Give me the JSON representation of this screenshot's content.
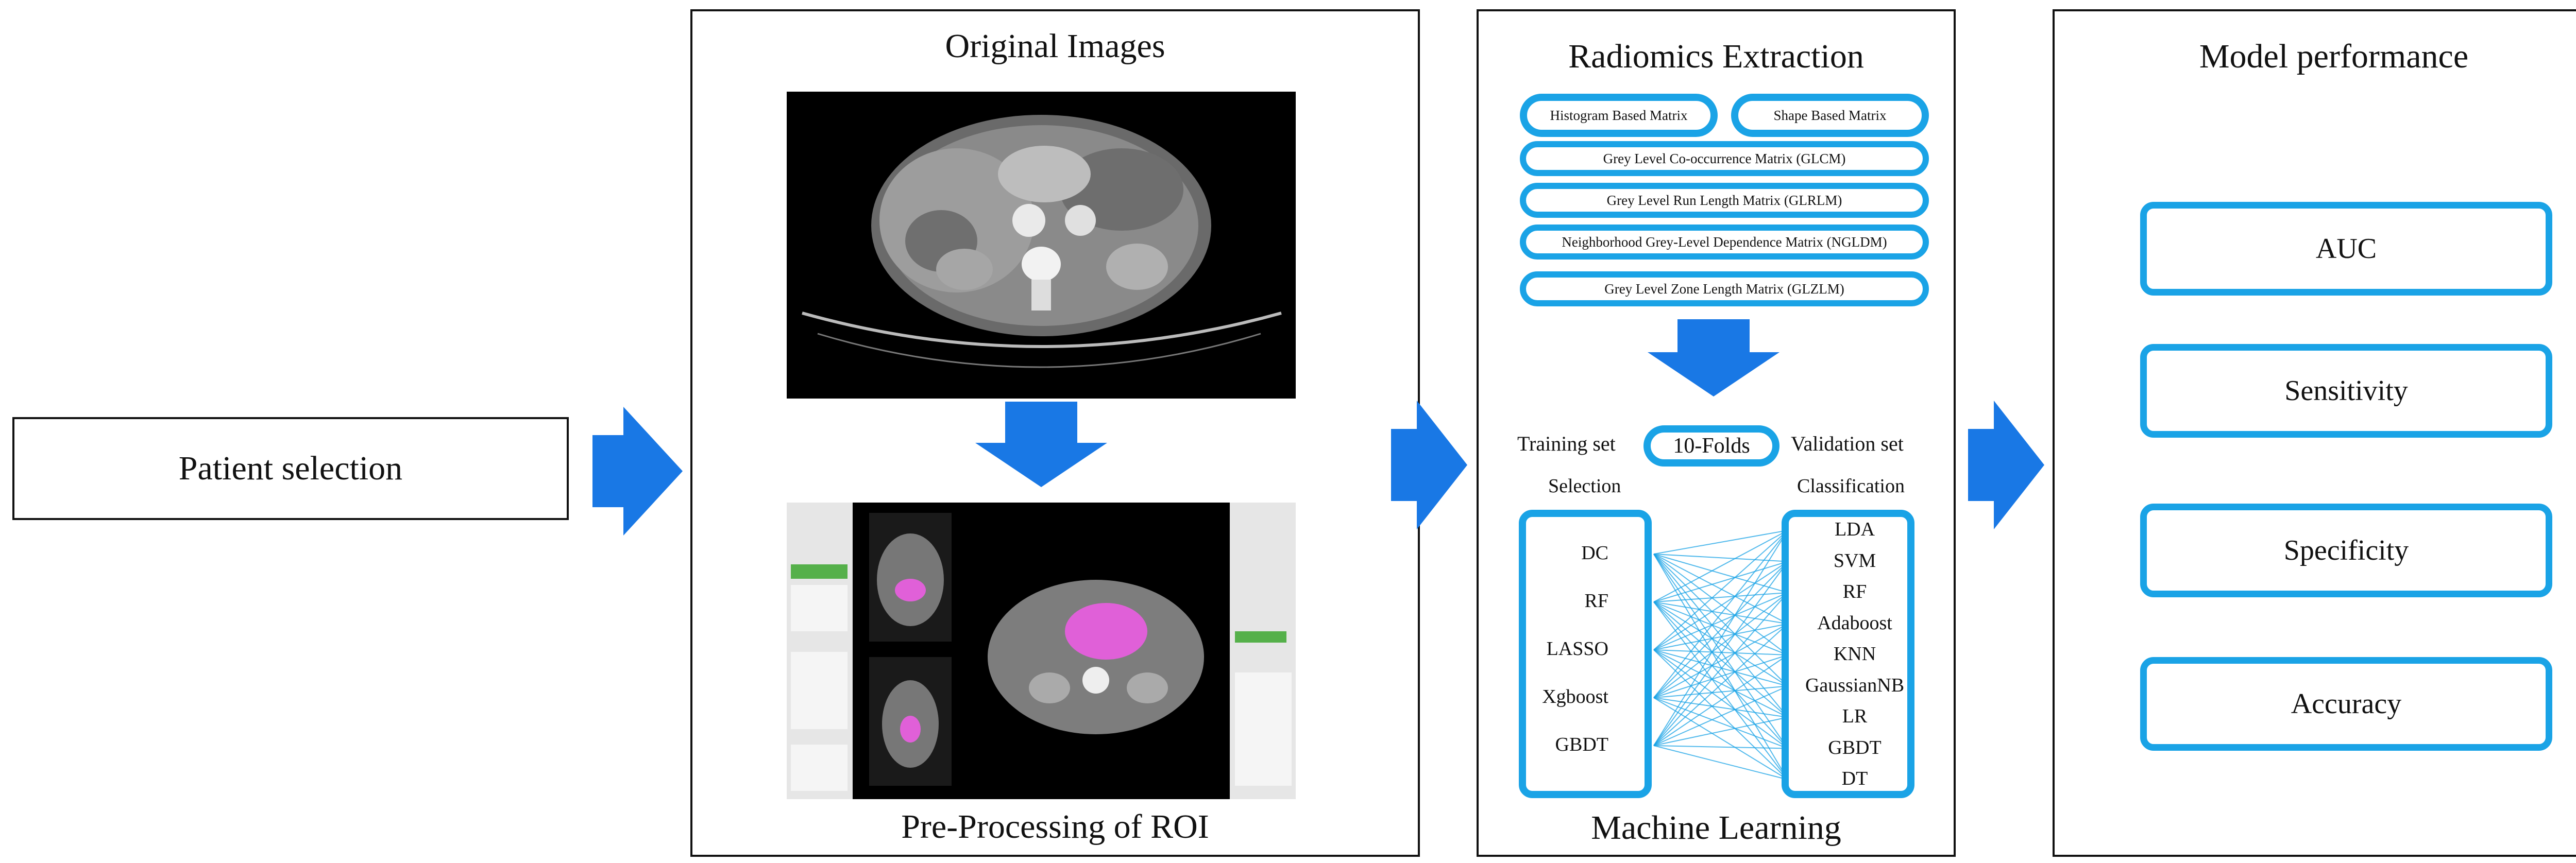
{
  "colors": {
    "accent": "#1aa3e6",
    "arrow": "#1978e5",
    "ct_pink": "#e060d8"
  },
  "stage1": {
    "label": "Patient selection"
  },
  "stage2": {
    "title": "Original Images",
    "bottom_title": "Pre-Processing of ROI"
  },
  "stage3": {
    "title": "Radiomics Extraction",
    "pill_histogram": "Histogram Based Matrix",
    "pill_shape": "Shape Based Matrix",
    "pill_glcm": "Grey Level Co-occurrence Matrix (GLCM)",
    "pill_glrlm": "Grey Level Run Length Matrix (GLRLM)",
    "pill_ngldm": "Neighborhood Grey-Level Dependence Matrix (NGLDM)",
    "pill_glzlm": "Grey Level Zone Length Matrix (GLZLM)",
    "training_label": "Training set",
    "folds_label": "10-Folds",
    "validation_label": "Validation set",
    "selection_header": "Selection",
    "classification_header": "Classification",
    "selection_methods": [
      "DC",
      "RF",
      "LASSO",
      "Xgboost",
      "GBDT"
    ],
    "classifiers": [
      "LDA",
      "SVM",
      "RF",
      "Adaboost",
      "KNN",
      "GaussianNB",
      "LR",
      "GBDT",
      "DT"
    ],
    "bottom_title": "Machine Learning"
  },
  "stage4": {
    "title": "Model performance",
    "metric_auc": "AUC",
    "metric_sensitivity": "Sensitivity",
    "metric_specificity": "Specificity",
    "metric_accuracy": "Accuracy"
  }
}
